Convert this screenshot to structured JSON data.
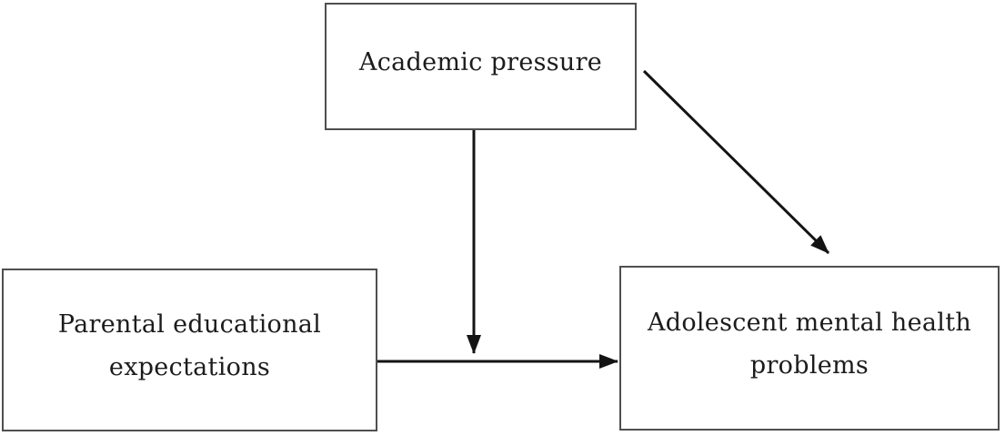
{
  "diagram": {
    "type": "mediation-model",
    "nodes": [
      {
        "id": "academic-pressure",
        "lines": [
          "Academic pressure"
        ]
      },
      {
        "id": "parental-educational-expectations",
        "lines": [
          "Parental educational",
          "expectations"
        ]
      },
      {
        "id": "adolescent-mental-health-problems",
        "lines": [
          "Adolescent mental health",
          "problems"
        ]
      }
    ],
    "edges": [
      {
        "id": "vertical-arrow",
        "from": "academic-pressure",
        "to": "path-parental-to-adolescent",
        "direction": "down"
      },
      {
        "id": "diagonal-arrow",
        "from": "academic-pressure",
        "to": "adolescent-mental-health-problems",
        "direction": "down-right"
      },
      {
        "id": "horizontal-arrow",
        "from": "parental-educational-expectations",
        "to": "adolescent-mental-health-problems",
        "direction": "right"
      }
    ]
  },
  "colors": {
    "background": "#ffffff",
    "node_border": "#4f4f4f",
    "node_fill": "#ffffff",
    "arrow": "#141414",
    "text": "#1c1c1c"
  }
}
